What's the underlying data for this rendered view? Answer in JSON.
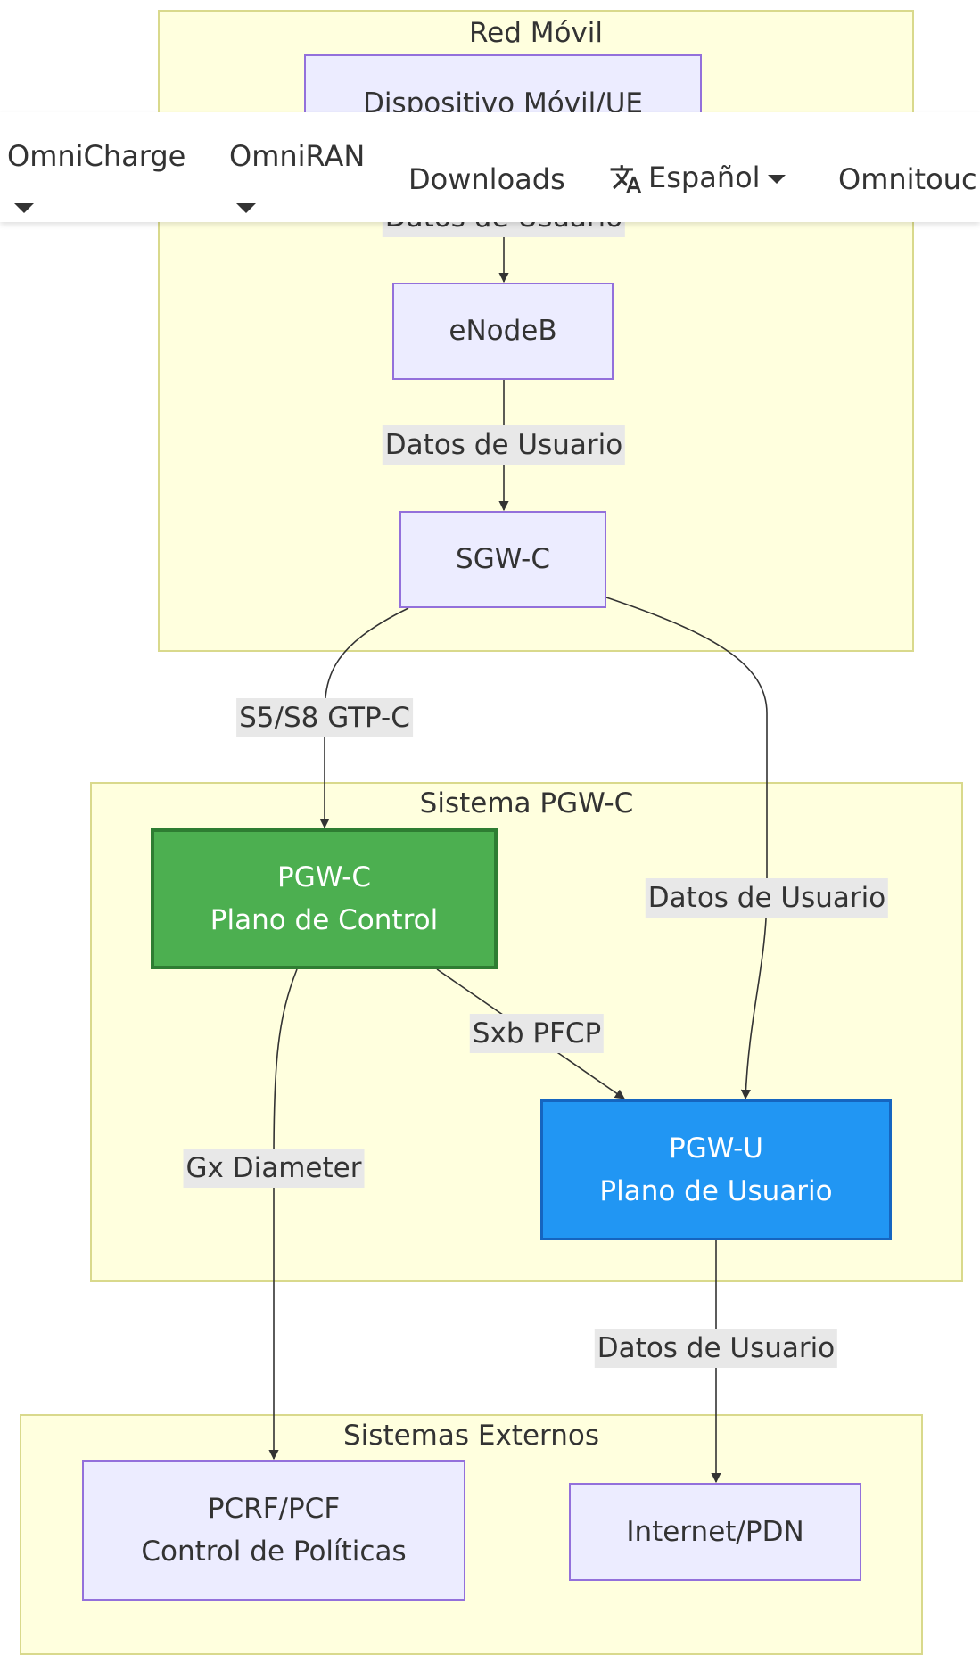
{
  "nav": {
    "items": [
      {
        "label": "OmniCharge",
        "dropdown": true
      },
      {
        "label": "OmniRAN",
        "dropdown": true
      },
      {
        "label": "Downloads",
        "dropdown": false
      },
      {
        "label": "Español",
        "dropdown": true
      },
      {
        "label": "Omnitouc",
        "dropdown": false
      }
    ],
    "language_icon": "translate-icon"
  },
  "diagram": {
    "clusters": {
      "mobile": "Red Móvil",
      "pgwc_system": "Sistema PGW-C",
      "external": "Sistemas Externos"
    },
    "nodes": {
      "ue": "Dispositivo Móvil/UE",
      "enodeb": "eNodeB",
      "sgwc": "SGW-C",
      "pgwc_line1": "PGW-C",
      "pgwc_line2": "Plano de Control",
      "pgwu_line1": "PGW-U",
      "pgwu_line2": "Plano de Usuario",
      "pcrf_line1": "PCRF/PCF",
      "pcrf_line2": "Control de Políticas",
      "internet": "Internet/PDN"
    },
    "edges": {
      "ue_enodeb": "Datos de Usuario",
      "enodeb_sgwc": "Datos de Usuario",
      "sgwc_pgwc": "S5/S8 GTP-C",
      "sgwc_pgwu": "Datos de Usuario",
      "pgwc_pgwu": "Sxb PFCP",
      "pgwc_pcrf": "Gx Diameter",
      "pgwu_internet": "Datos de Usuario"
    },
    "colors": {
      "cluster_fill": "#ffffde",
      "node_fill": "#ececff",
      "node_border": "#9370db",
      "pgwc_fill": "#4caf50",
      "pgwu_fill": "#2196f3"
    }
  }
}
